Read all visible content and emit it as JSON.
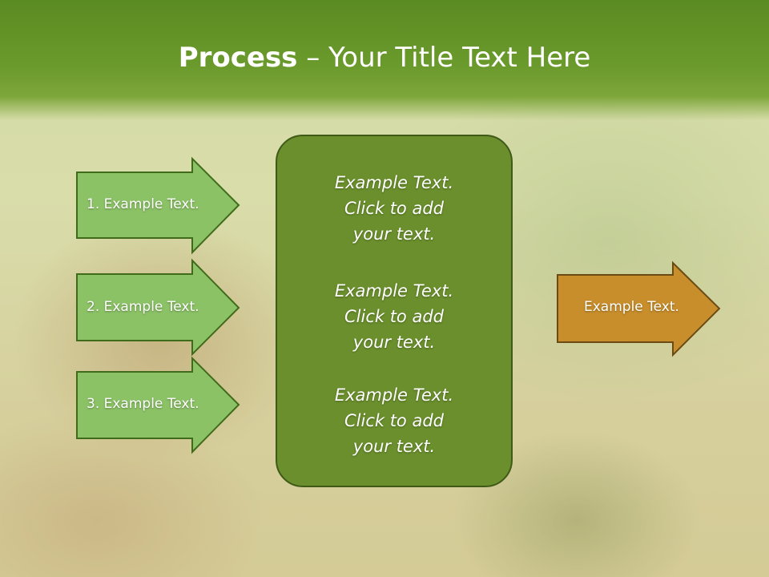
{
  "slide": {
    "title_bold": "Process",
    "title_rest": " – Your Title Text Here"
  },
  "left_arrows": [
    {
      "label": "1. Example Text."
    },
    {
      "label": "2. Example Text."
    },
    {
      "label": "3. Example Text."
    }
  ],
  "center_blocks": [
    {
      "line1": "Example Text.",
      "line2": "Click  to add",
      "line3": "your text."
    },
    {
      "line1": "Example Text.",
      "line2": "Click  to add",
      "line3": "your text."
    },
    {
      "line1": "Example Text.",
      "line2": "Click  to add",
      "line3": "your text."
    }
  ],
  "right_arrow": {
    "label": "Example Text."
  },
  "colors": {
    "header_green": "#5a8a22",
    "left_arrow_fill": "#8cc266",
    "center_box_fill": "#6a8f2c",
    "right_arrow_fill": "#c88e2b"
  }
}
